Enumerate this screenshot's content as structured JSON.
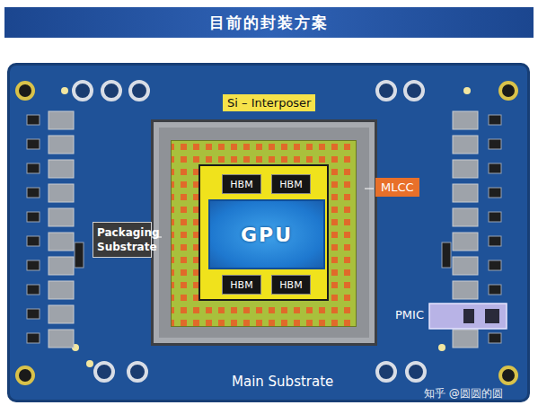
{
  "diagram": {
    "title": "目前的封装方案",
    "nodes": [
      {
        "text": [
          "Main Substrate"
        ]
      },
      {
        "text": [
          "Packaging Substrate"
        ],
        "in": 0
      },
      {
        "text": [
          "Si – Interposer"
        ],
        "in": 1
      },
      {
        "text": [
          "HBM"
        ],
        "in": 2
      },
      {
        "text": [
          "HBM"
        ],
        "in": 2
      },
      {
        "text": [
          "GPU"
        ],
        "in": 2
      },
      {
        "text": [
          "HBM"
        ],
        "in": 2
      },
      {
        "text": [
          "HBM"
        ],
        "in": 2
      }
    ],
    "labels": [
      "MLCC",
      "PMIC",
      "知乎 @圆圆的圆"
    ]
  }
}
